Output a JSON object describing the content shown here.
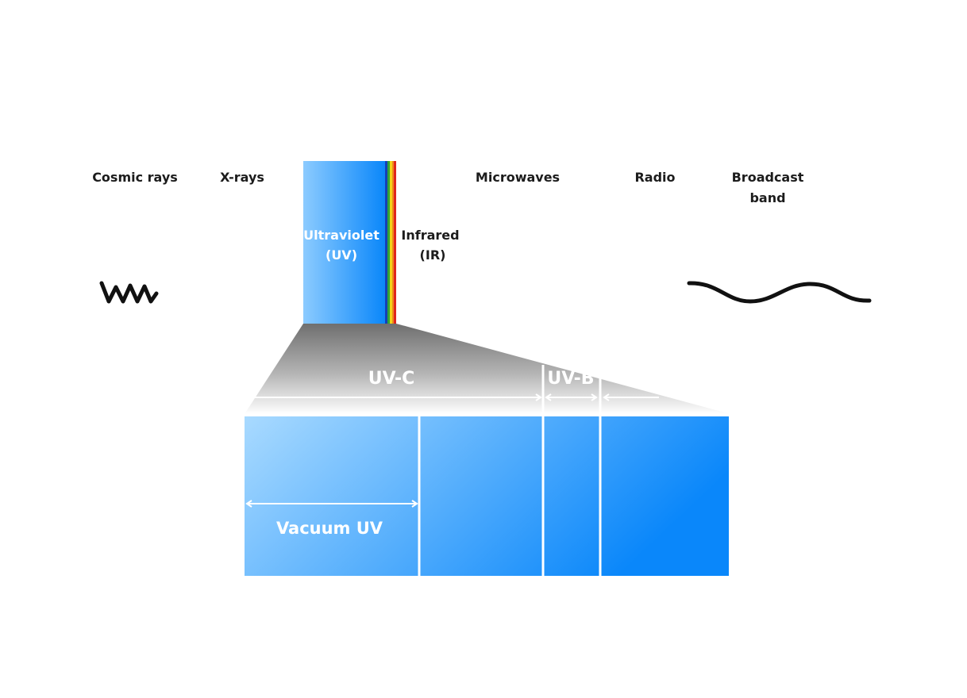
{
  "spectrum": {
    "cosmic_rays": "Cosmic rays",
    "x_rays": "X-rays",
    "uv_line1": "Ultraviolet",
    "uv_line2": "(UV)",
    "infrared_line1": "Infrared",
    "infrared_line2": "(IR)",
    "microwaves": "Microwaves",
    "radio": "Radio",
    "broadcast_line1": "Broadcast",
    "broadcast_line2": "band"
  },
  "uv_detail": {
    "uv_c": "UV-C",
    "uv_b": "UV-B",
    "vacuum_uv": "Vacuum UV"
  },
  "colors": {
    "uv_light": "#a6d8ff",
    "uv_dark": "#0a87fa",
    "text": "#1c1c1c",
    "wave": "#111111"
  }
}
